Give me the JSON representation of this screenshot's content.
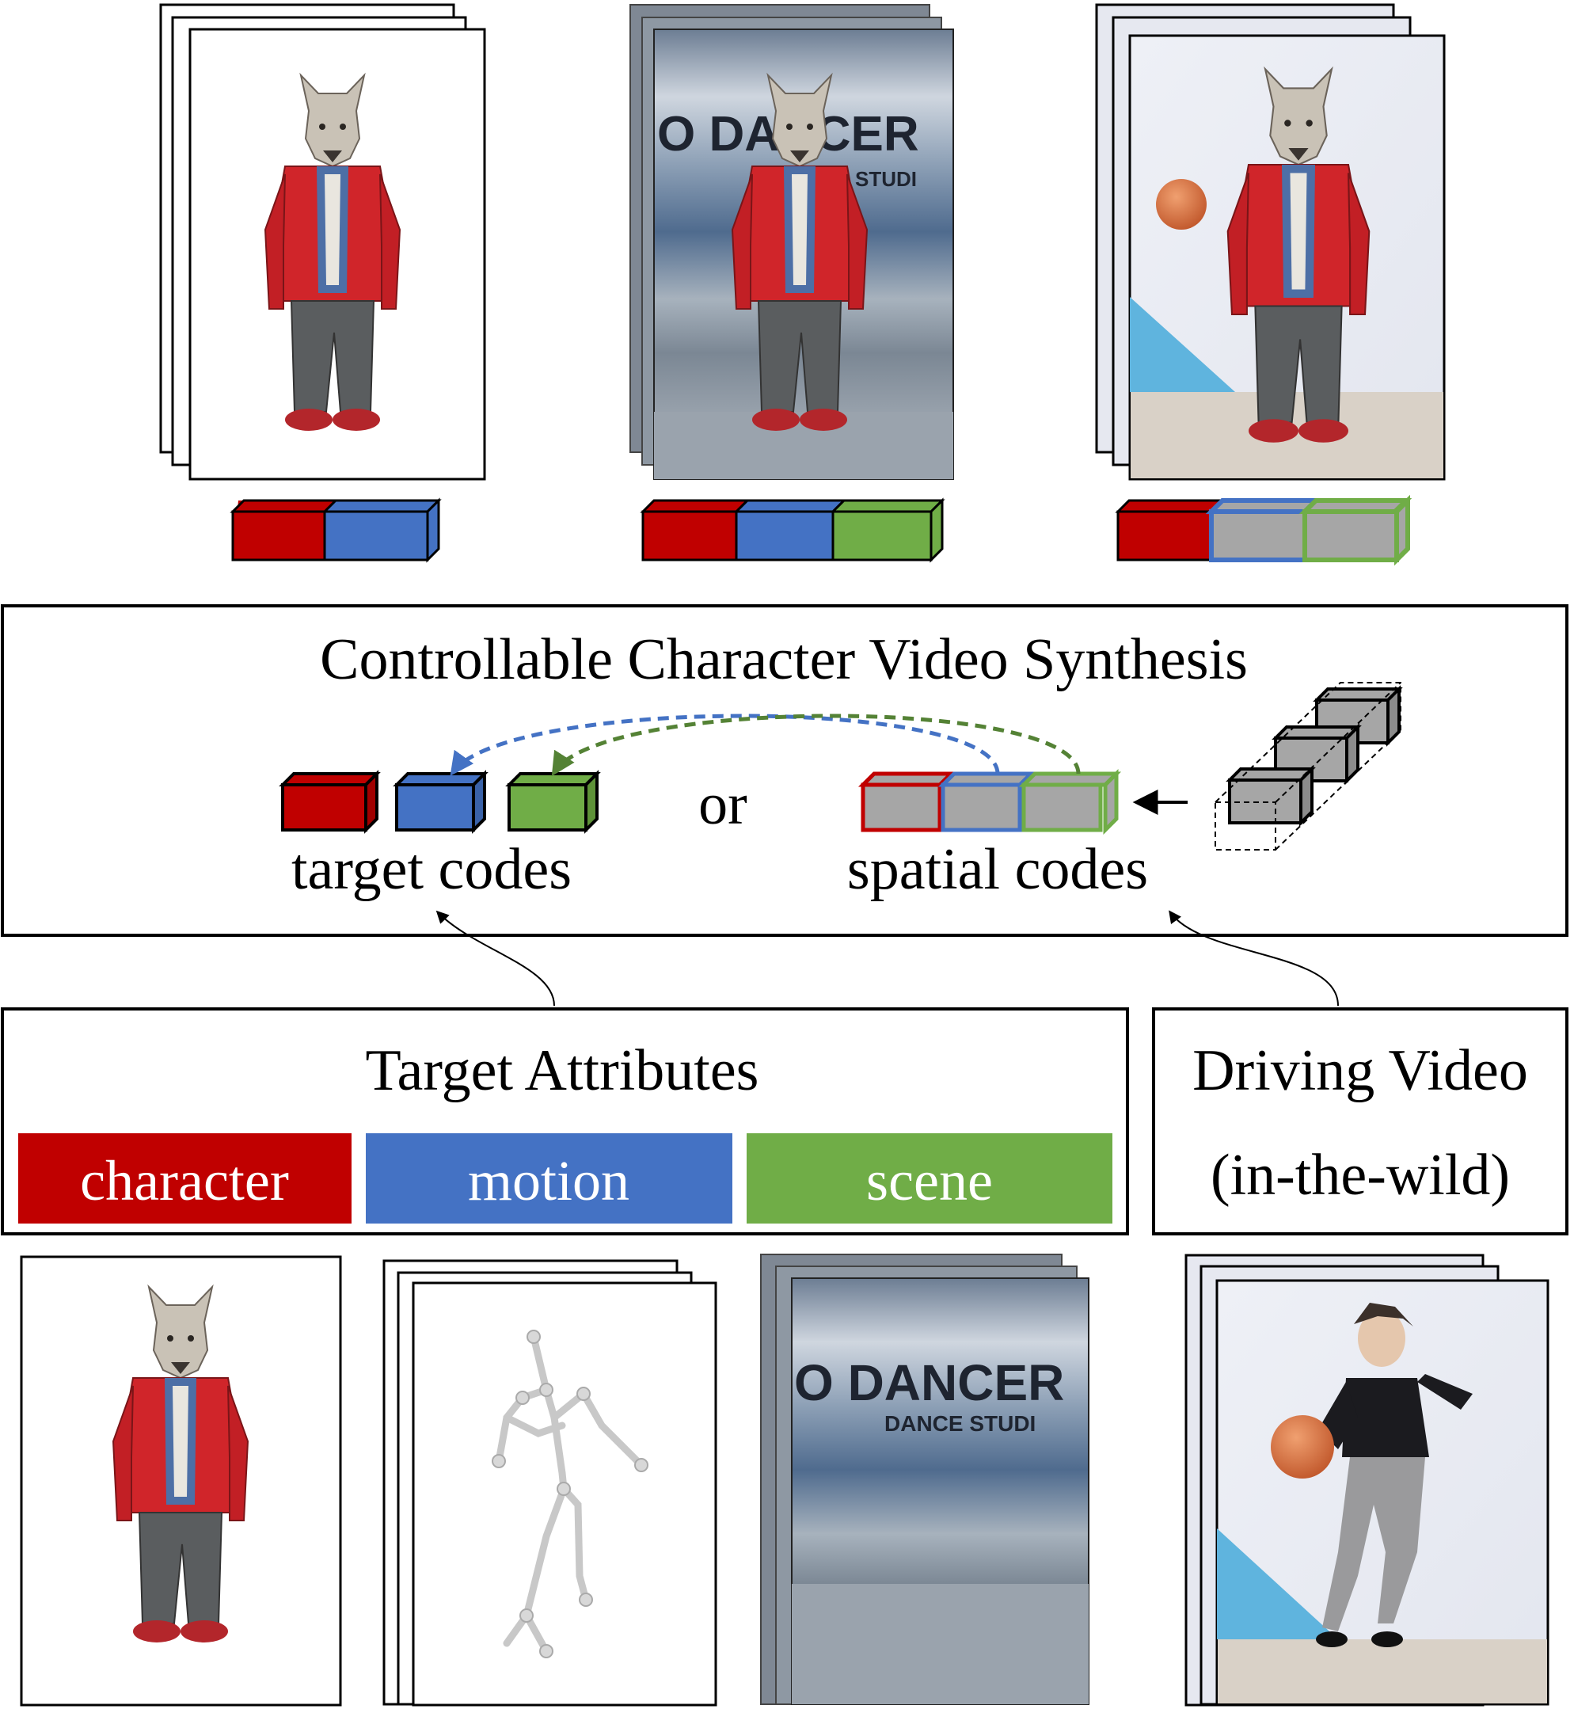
{
  "colors": {
    "character": "#c00000",
    "motion": "#4472c4",
    "scene": "#70ad47",
    "spatial_fill": "#a6a6a6",
    "text": "#000000"
  },
  "synthesis": {
    "title": "Controllable Character Video Synthesis",
    "target_label": "target codes",
    "or_label": "or",
    "spatial_label": "spatial codes"
  },
  "attributes": {
    "title": "Target Attributes",
    "character": "character",
    "motion": "motion",
    "scene": "scene"
  },
  "driving": {
    "line1": "Driving Video",
    "line2": "(in-the-wild)"
  },
  "frames": {
    "scene_banner_1": "O DANCER",
    "scene_banner_2": "DANCE STUDI",
    "output_banner_1": "O DANCER",
    "output_banner_2": "STUDI"
  }
}
